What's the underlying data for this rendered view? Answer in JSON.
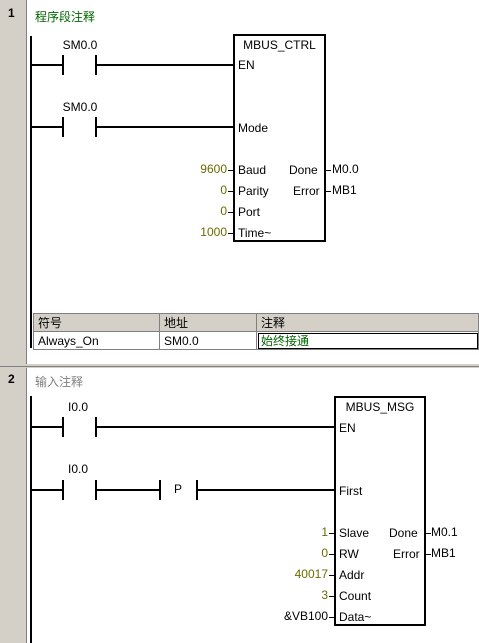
{
  "network1": {
    "number": "1",
    "comment": "程序段注释",
    "contact1": "SM0.0",
    "contact2": "SM0.0",
    "block": {
      "title": "MBUS_CTRL",
      "pins_in": [
        "EN",
        "Mode",
        "Baud",
        "Parity",
        "Port",
        "Time~"
      ],
      "inputs": {
        "baud": "9600",
        "parity": "0",
        "port": "0",
        "time": "1000"
      },
      "outputs": {
        "done_label": "Done",
        "done_value": "M0.0",
        "error_label": "Error",
        "error_value": "MB1"
      }
    },
    "symbol_table": {
      "headers": [
        "符号",
        "地址",
        "注释"
      ],
      "row": {
        "symbol": "Always_On",
        "address": "SM0.0",
        "comment": "始终接通"
      }
    }
  },
  "network2": {
    "number": "2",
    "comment": "输入注释",
    "contact1": "I0.0",
    "contact2": "I0.0",
    "p_contact": "P",
    "block": {
      "title": "MBUS_MSG",
      "pins_in": [
        "EN",
        "First",
        "Slave",
        "RW",
        "Addr",
        "Count",
        "Data~"
      ],
      "inputs": {
        "slave": "1",
        "rw": "0",
        "addr": "40017",
        "count": "3",
        "data": "&VB100"
      },
      "outputs": {
        "done_label": "Done",
        "done_value": "M0.1",
        "error_label": "Error",
        "error_value": "MB1"
      }
    }
  },
  "colors": {
    "gutter": "#d4d0c8",
    "value_text": "#6b6b00",
    "comment1": "#006400",
    "comment2": "#808080"
  }
}
